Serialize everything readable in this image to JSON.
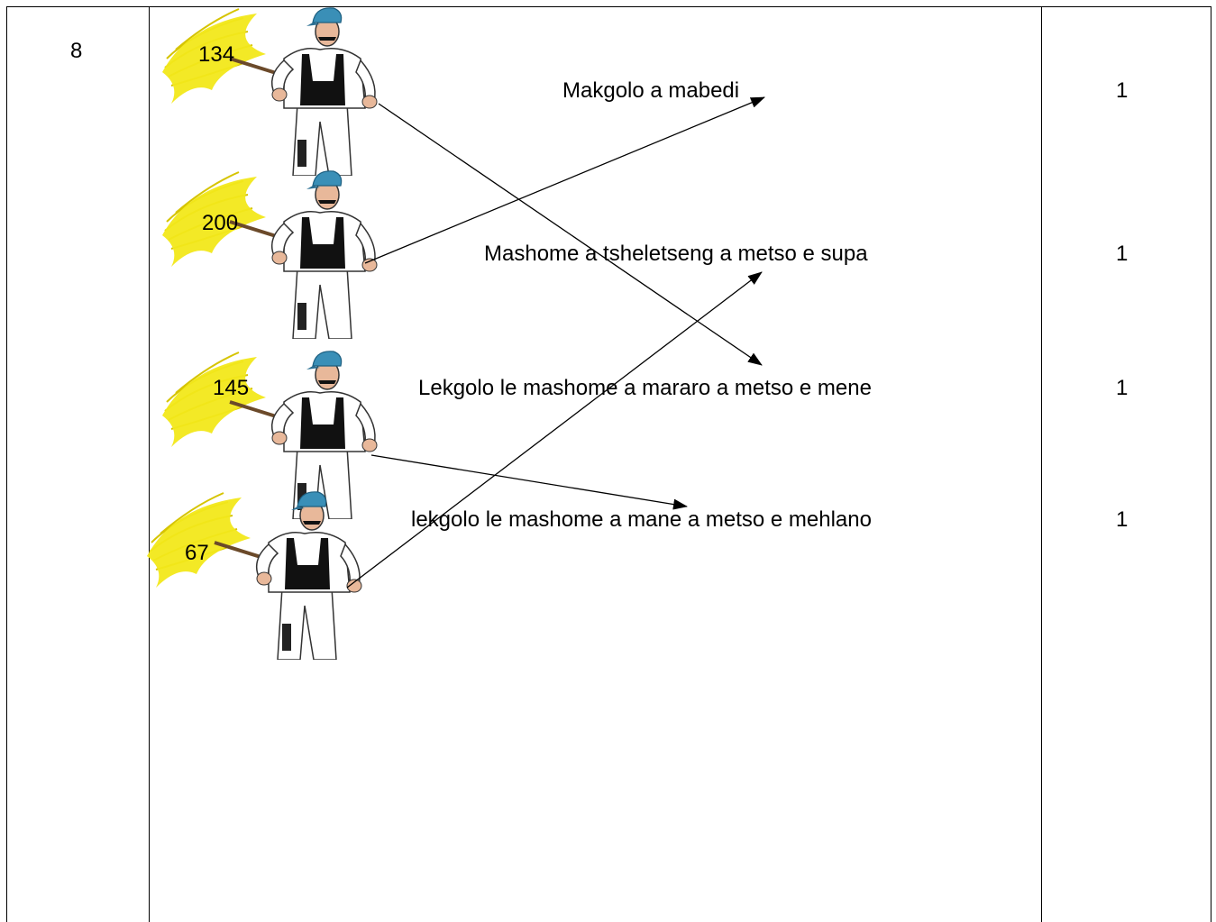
{
  "question": {
    "number": "8",
    "figures": [
      {
        "value": "134"
      },
      {
        "value": "200"
      },
      {
        "value": "145"
      },
      {
        "value": "67"
      }
    ],
    "phrases": [
      "Makgolo a mabedi",
      "Mashome a tsheletseng a metso e supa",
      "Lekgolo le mashome a mararo a metso e mene",
      "lekgolo le mashome a mane a metso e mehlano"
    ],
    "marks": [
      "1",
      "1",
      "1",
      "1"
    ]
  },
  "matches": [
    {
      "figure": "134",
      "phrase": "Lekgolo le mashome a mararo a metso e mene"
    },
    {
      "figure": "200",
      "phrase": "Makgolo a mabedi"
    },
    {
      "figure": "145",
      "phrase": "lekgolo le mashome a mane a metso e mehlano"
    },
    {
      "figure": "67",
      "phrase": "Mashome a tsheletseng a metso e supa"
    }
  ],
  "colors": {
    "broom": "#f2e81a",
    "cap": "#3a8fb7",
    "overalls": "#111111",
    "skin": "#e8b89a",
    "line": "#000000"
  }
}
